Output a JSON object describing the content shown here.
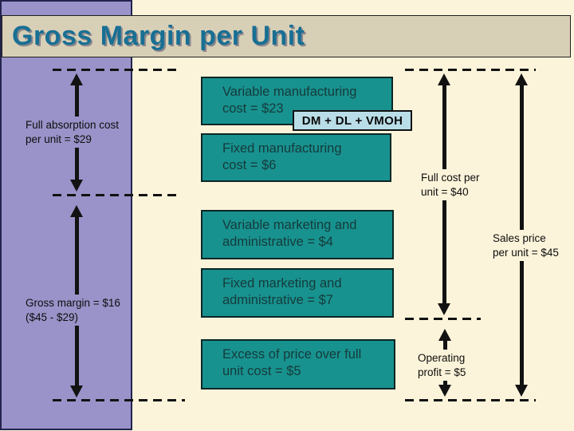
{
  "slide": {
    "title": "Gross Margin per Unit",
    "callout": "DM + DL + VMOH",
    "boxes": [
      {
        "id": "variable-manufacturing",
        "text": "Variable manufacturing\ncost = $23"
      },
      {
        "id": "fixed-manufacturing",
        "text": "Fixed manufacturing\ncost = $6"
      },
      {
        "id": "variable-marketing",
        "text": "Variable marketing and\nadministrative = $4"
      },
      {
        "id": "fixed-marketing",
        "text": "Fixed marketing and\nadministrative = $7"
      },
      {
        "id": "excess-price",
        "text": "Excess of price over full\nunit cost = $5"
      }
    ],
    "labels": {
      "full_absorption": "Full absorption cost\nper unit = $29",
      "gross_margin": "Gross margin = $16\n($45 - $29)",
      "full_cost": "Full cost per\nunit = $40",
      "sales_price": "Sales price\nper unit = $45",
      "operating_profit": "Operating\nprofit = $5"
    },
    "colors": {
      "background": "#fcf4da",
      "purple_band": "#9a93c9",
      "title_band": "#d8cfb7",
      "title_text": "#186f94",
      "box_fill": "#18928f",
      "callout_fill": "#badee8",
      "arrow": "#121212"
    }
  }
}
